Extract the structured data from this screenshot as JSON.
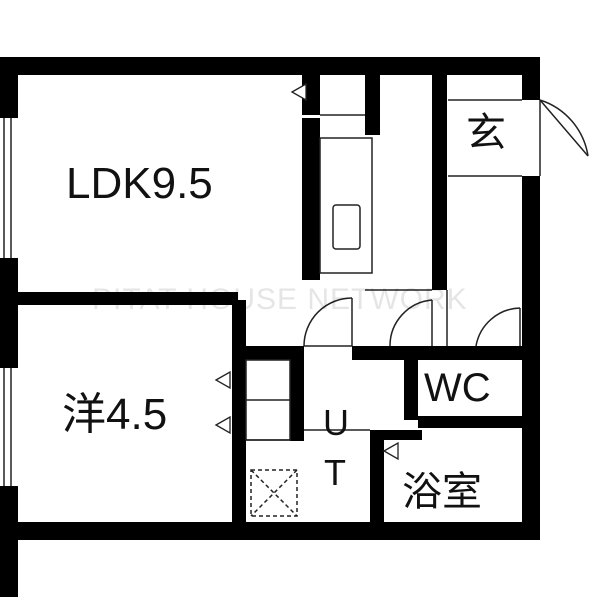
{
  "rooms": {
    "ldk": "LDK9.5",
    "western": "洋4.5",
    "entrance": "玄",
    "wc": "WC",
    "utility": [
      "U",
      "T"
    ],
    "bath": "浴室"
  },
  "watermark": "PITAT HOUSE NETWORK",
  "colors": {
    "wall": "#000000",
    "line": "#222222",
    "background": "#ffffff"
  }
}
